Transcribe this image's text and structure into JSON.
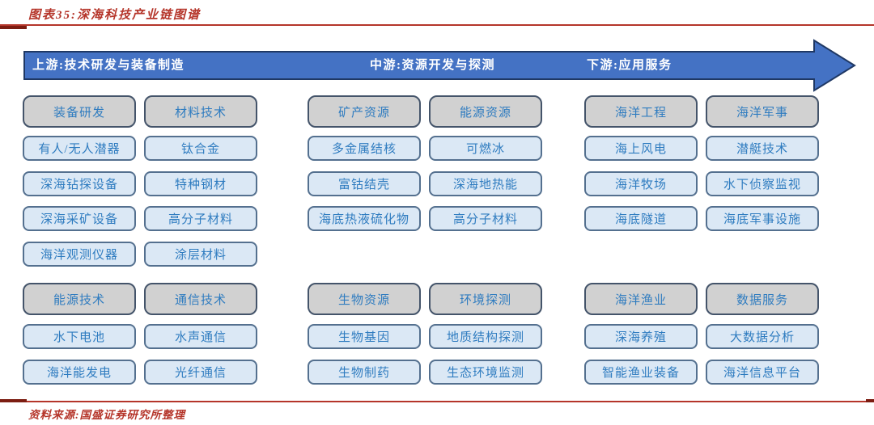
{
  "figure": {
    "title": "图表35:深海科技产业链图谱",
    "source": "资料来源:国盛证券研究所整理"
  },
  "colors": {
    "accent_red": "#b5352a",
    "accent_dark": "#7c1d12",
    "banner_fill": "#4472c4",
    "banner_border": "#1f3864",
    "header_fill": "#d1d1d1",
    "header_border": "#44546a",
    "item_fill": "#dbe8f5",
    "item_border": "#54708f",
    "box_text": "#2f7cc0"
  },
  "banner": {
    "segments": [
      {
        "label": "上游:技术研发与装备制造"
      },
      {
        "label": "中游:资源开发与探测"
      },
      {
        "label": "下游:应用服务"
      }
    ]
  },
  "stages": [
    {
      "name": "上游",
      "blocks_top": [
        {
          "header": "装备研发",
          "items": [
            "有人/无人潜器",
            "深海钻探设备",
            "深海采矿设备",
            "海洋观测仪器"
          ]
        },
        {
          "header": "材料技术",
          "items": [
            "钛合金",
            "特种钢材",
            "高分子材料",
            "涂层材料"
          ]
        }
      ],
      "blocks_bottom": [
        {
          "header": "能源技术",
          "items": [
            "水下电池",
            "海洋能发电"
          ]
        },
        {
          "header": "通信技术",
          "items": [
            "水声通信",
            "光纤通信"
          ]
        }
      ]
    },
    {
      "name": "中游",
      "blocks_top": [
        {
          "header": "矿产资源",
          "items": [
            "多金属结核",
            "富钴结壳",
            "海底热液硫化物"
          ]
        },
        {
          "header": "能源资源",
          "items": [
            "可燃冰",
            "深海地热能",
            "高分子材料"
          ]
        }
      ],
      "blocks_bottom": [
        {
          "header": "生物资源",
          "items": [
            "生物基因",
            "生物制药"
          ]
        },
        {
          "header": "环境探测",
          "items": [
            "地质结构探测",
            "生态环境监测"
          ]
        }
      ]
    },
    {
      "name": "下游",
      "blocks_top": [
        {
          "header": "海洋工程",
          "items": [
            "海上风电",
            "海洋牧场",
            "海底隧道"
          ]
        },
        {
          "header": "海洋军事",
          "items": [
            "潜艇技术",
            "水下侦察监视",
            "海底军事设施"
          ]
        }
      ],
      "blocks_bottom": [
        {
          "header": "海洋渔业",
          "items": [
            "深海养殖",
            "智能渔业装备"
          ]
        },
        {
          "header": "数据服务",
          "items": [
            "大数据分析",
            "海洋信息平台"
          ]
        }
      ]
    }
  ]
}
